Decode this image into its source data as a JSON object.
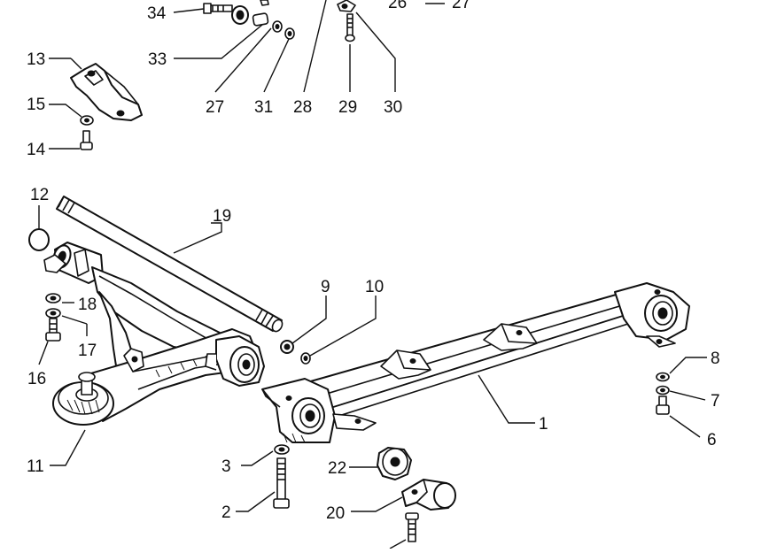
{
  "diagram": {
    "callouts": [
      {
        "id": "34",
        "text": "34"
      },
      {
        "id": "33",
        "text": "33"
      },
      {
        "id": "27a",
        "text": "27"
      },
      {
        "id": "31",
        "text": "31"
      },
      {
        "id": "28",
        "text": "28"
      },
      {
        "id": "29",
        "text": "29"
      },
      {
        "id": "30",
        "text": "30"
      },
      {
        "id": "26",
        "text": "26"
      },
      {
        "id": "27b",
        "text": "27"
      },
      {
        "id": "13",
        "text": "13"
      },
      {
        "id": "15",
        "text": "15"
      },
      {
        "id": "14",
        "text": "14"
      },
      {
        "id": "12",
        "text": "12"
      },
      {
        "id": "19",
        "text": "19"
      },
      {
        "id": "18",
        "text": "18"
      },
      {
        "id": "17",
        "text": "17"
      },
      {
        "id": "16",
        "text": "16"
      },
      {
        "id": "11",
        "text": "11"
      },
      {
        "id": "9",
        "text": "9"
      },
      {
        "id": "10",
        "text": "10"
      },
      {
        "id": "8",
        "text": "8"
      },
      {
        "id": "7",
        "text": "7"
      },
      {
        "id": "6",
        "text": "6"
      },
      {
        "id": "1",
        "text": "1"
      },
      {
        "id": "3",
        "text": "3"
      },
      {
        "id": "2",
        "text": "2"
      },
      {
        "id": "22",
        "text": "22"
      },
      {
        "id": "20",
        "text": "20"
      }
    ]
  }
}
